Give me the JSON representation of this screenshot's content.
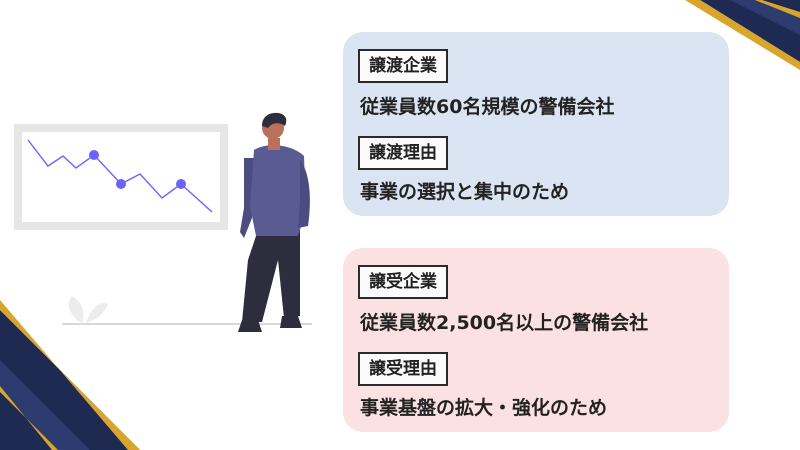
{
  "transfer": {
    "label": "譲渡企業",
    "description": "従業員数60名規模の警備会社",
    "reason_label": "譲渡理由",
    "reason": "事業の選択と集中のため"
  },
  "receive": {
    "label": "譲受企業",
    "description": "従業員数2,500名以上の警備会社",
    "reason_label": "譲受理由",
    "reason": "事業基盤の拡大・強化のため"
  },
  "colors": {
    "navy": "#1e2a52",
    "gold": "#d9a52b",
    "card_transfer_bg": "#dbe4f3",
    "card_receive_bg": "#fbe1e1",
    "accent_purple": "#6c63ff",
    "shirt": "#5b5b94",
    "pants": "#2d2d3d",
    "skin": "#b9715c"
  },
  "icons": {
    "corner_top_right": "navy-gold-stripes",
    "corner_bottom_left": "navy-gold-stripes",
    "illustration": "person-viewing-declining-chart"
  }
}
